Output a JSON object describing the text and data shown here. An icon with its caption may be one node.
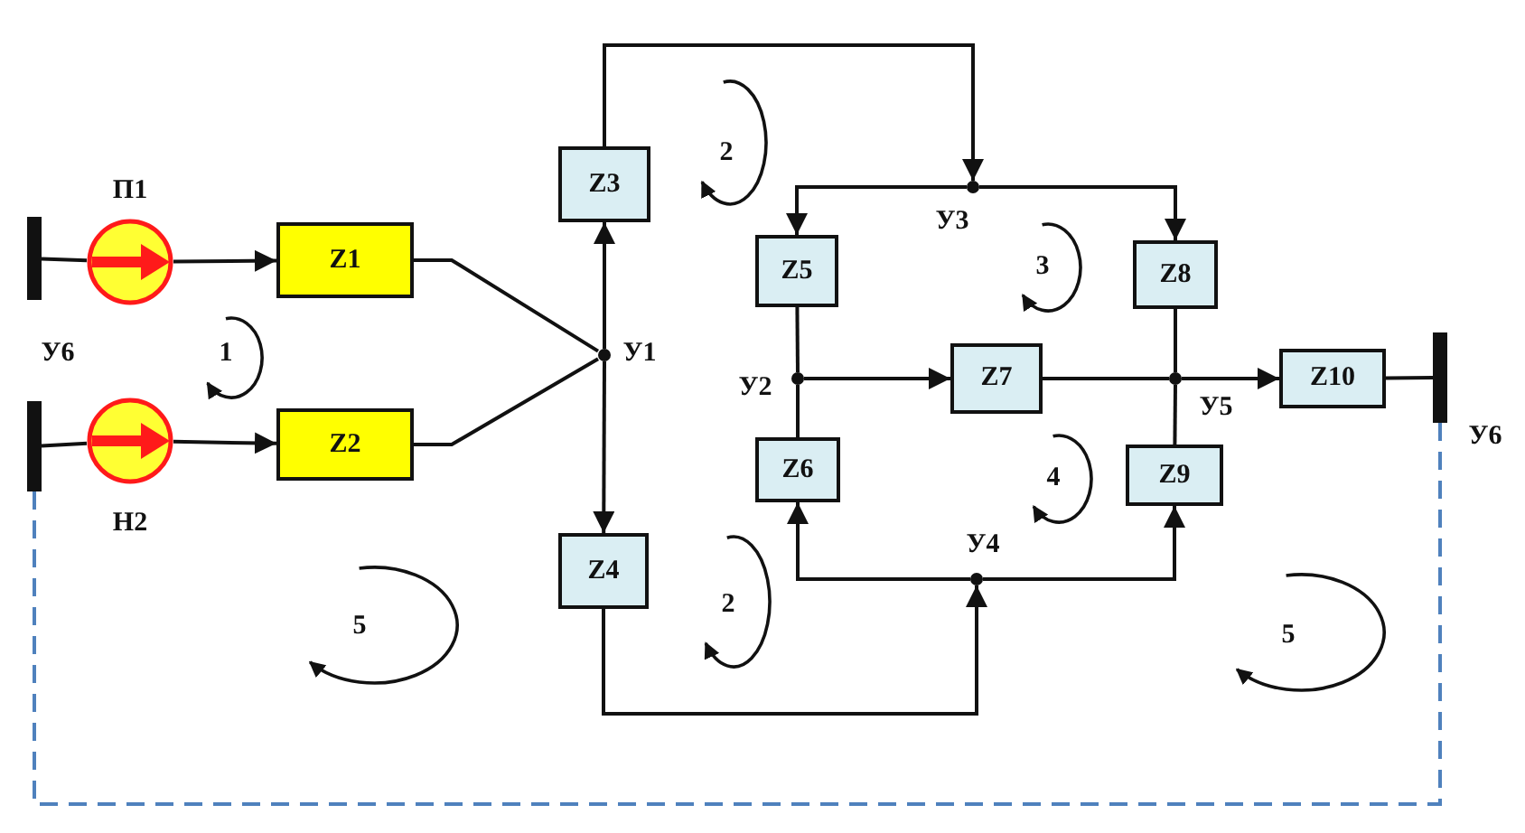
{
  "diagram": {
    "nodes": [
      {
        "text": [],
        "shape": "bar"
      },
      {
        "text": [],
        "shape": "circle",
        "beside": [
          "П1"
        ]
      },
      {
        "text": [
          "Z1"
        ]
      },
      {
        "text": [],
        "shape": "bar"
      },
      {
        "text": [],
        "shape": "circle",
        "beside": [
          "Н2"
        ]
      },
      {
        "text": [
          "Z2"
        ]
      },
      {
        "text": [],
        "shape": "circle",
        "beside": [
          "У1"
        ]
      },
      {
        "text": [
          "Z3"
        ]
      },
      {
        "text": [
          "Z4"
        ]
      },
      {
        "text": [],
        "shape": "circle",
        "beside": [
          "У3"
        ]
      },
      {
        "text": [
          "Z5"
        ]
      },
      {
        "text": [
          "Z8"
        ]
      },
      {
        "text": [],
        "shape": "circle",
        "beside": [
          "У2"
        ]
      },
      {
        "text": [
          "Z7"
        ]
      },
      {
        "text": [],
        "shape": "circle",
        "beside": [
          "У5"
        ]
      },
      {
        "text": [
          "Z10"
        ]
      },
      {
        "text": [],
        "shape": "bar",
        "beside": [
          "У6"
        ]
      },
      {
        "text": [
          "Z6"
        ]
      },
      {
        "text": [
          "Z9"
        ]
      },
      {
        "text": [],
        "shape": "circle",
        "beside": [
          "У4"
        ]
      }
    ],
    "edges": [
      {
        "from": 0,
        "to": 1,
        "arrow": "none"
      },
      {
        "from": 1,
        "to": 2,
        "arrow": "to"
      },
      {
        "from": 3,
        "to": 4,
        "arrow": "none"
      },
      {
        "from": 4,
        "to": 5,
        "arrow": "to"
      },
      {
        "from": 2,
        "to": 6,
        "arrow": "none"
      },
      {
        "from": 5,
        "to": 6,
        "arrow": "none"
      },
      {
        "from": 6,
        "to": 7,
        "arrow": "to"
      },
      {
        "from": 6,
        "to": 8,
        "arrow": "to"
      },
      {
        "from": 7,
        "to": 9,
        "arrow": "to"
      },
      {
        "from": 9,
        "to": 10,
        "arrow": "to"
      },
      {
        "from": 9,
        "to": 11,
        "arrow": "to"
      },
      {
        "from": 10,
        "to": 12,
        "arrow": "none"
      },
      {
        "from": 11,
        "to": 14,
        "arrow": "none"
      },
      {
        "from": 12,
        "to": 13,
        "arrow": "to"
      },
      {
        "from": 13,
        "to": 14,
        "arrow": "none"
      },
      {
        "from": 14,
        "to": 15,
        "arrow": "to"
      },
      {
        "from": 15,
        "to": 16,
        "arrow": "none"
      },
      {
        "from": 12,
        "to": 17,
        "arrow": "none"
      },
      {
        "from": 14,
        "to": 18,
        "arrow": "none"
      },
      {
        "from": 8,
        "to": 19,
        "arrow": "to"
      },
      {
        "from": 19,
        "to": 17,
        "arrow": "to"
      },
      {
        "from": 19,
        "to": 18,
        "arrow": "to"
      },
      {
        "from": 3,
        "to": 16,
        "arrow": "none",
        "style": "dashed",
        "color": "#4f81bd"
      }
    ],
    "labels": [
      "2",
      "3",
      "У6",
      "1",
      "4",
      "2",
      "5",
      "5"
    ]
  }
}
